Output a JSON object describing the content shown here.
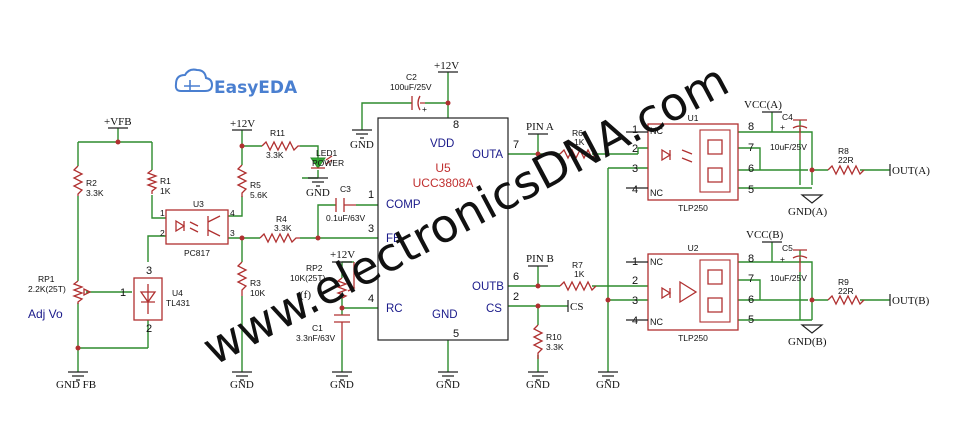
{
  "logo": {
    "text": "EasyEDA"
  },
  "watermark": {
    "text": "www.electronicsDNA.com"
  },
  "rails": {
    "vfb": "+VFB",
    "p12_r11": "+12V",
    "p12_c2": "+12V",
    "p12_rp2": "+12V",
    "vcc_a": "VCC(A)",
    "vcc_b": "VCC(B)"
  },
  "grounds": {
    "gnd_fb": "GND FB",
    "gnd_r3": "GND",
    "gnd_c1": "GND",
    "gnd_u5": "GND",
    "gnd_r10": "GND",
    "gnd_c2": "GND",
    "gnd_led": "GND",
    "gnd_mid": "GND",
    "gnd_a": "GND(A)",
    "gnd_b": "GND(B)"
  },
  "components": {
    "r1": {
      "ref": "R1",
      "value": "1K"
    },
    "r2": {
      "ref": "R2",
      "value": "3.3K"
    },
    "r3": {
      "ref": "R3",
      "value": "10K"
    },
    "r4": {
      "ref": "R4",
      "value": "3.3K"
    },
    "r5": {
      "ref": "R5",
      "value": "5.6K"
    },
    "r6": {
      "ref": "R6",
      "value": "1K"
    },
    "r7": {
      "ref": "R7",
      "value": "1K"
    },
    "r8": {
      "ref": "R8",
      "value": "22R"
    },
    "r9": {
      "ref": "R9",
      "value": "22R"
    },
    "r10": {
      "ref": "R10",
      "value": "3.3K"
    },
    "r11": {
      "ref": "R11",
      "value": "3.3K"
    },
    "rp1": {
      "ref": "RP1",
      "value": "2.2K(25T)"
    },
    "rp2": {
      "ref": "RP2",
      "value": "10K(25T)"
    },
    "c1": {
      "ref": "C1",
      "value": "3.3nF/63V"
    },
    "c2": {
      "ref": "C2",
      "value": "100uF/25V"
    },
    "c3": {
      "ref": "C3",
      "value": "0.1uF/63V"
    },
    "c4": {
      "ref": "C4",
      "value": "10uF/25V"
    },
    "c5": {
      "ref": "C5",
      "value": "10uF/25V"
    },
    "led1": {
      "ref": "LED1",
      "value": "POWER"
    },
    "u3": {
      "ref": "U3",
      "value": "PC817"
    },
    "u4": {
      "ref": "U4",
      "value": "TL431"
    },
    "u1": {
      "ref": "U1",
      "value": "TLP250"
    },
    "u2": {
      "ref": "U2",
      "value": "TLP250"
    },
    "u5": {
      "ref": "U5",
      "value": "UCC3808A"
    }
  },
  "u5_pins": {
    "vdd": "VDD",
    "outa": "OUTA",
    "comp": "COMP",
    "fb": "FB",
    "outb": "OUTB",
    "rc": "RC",
    "gnd": "GND",
    "cs": "CS"
  },
  "pin_numbers": {
    "u5": [
      "8",
      "7",
      "1",
      "3",
      "6",
      "4",
      "5",
      "2"
    ],
    "u1": [
      "1",
      "2",
      "3",
      "4",
      "8",
      "7",
      "6",
      "5"
    ],
    "u2": [
      "1",
      "2",
      "3",
      "4",
      "8",
      "7",
      "6",
      "5"
    ],
    "u3": [
      "1",
      "2",
      "4",
      "3"
    ],
    "u4": [
      "3",
      "1",
      "2"
    ]
  },
  "nc_labels": [
    "NC",
    "NC",
    "NC",
    "NC"
  ],
  "nets": {
    "pin_a": "PIN A",
    "pin_b": "PIN B",
    "cs": "CS",
    "out_a": "OUT(A)",
    "out_b": "OUT(B)",
    "adj_vo": "Adj Vo",
    "f_label": "(f)"
  },
  "colors": {
    "wire": "#2e8b2e",
    "component": "#b03030",
    "chip_text": "#1a1a8a",
    "chip_id": "#c03030",
    "logo": "#4a7fd0"
  }
}
